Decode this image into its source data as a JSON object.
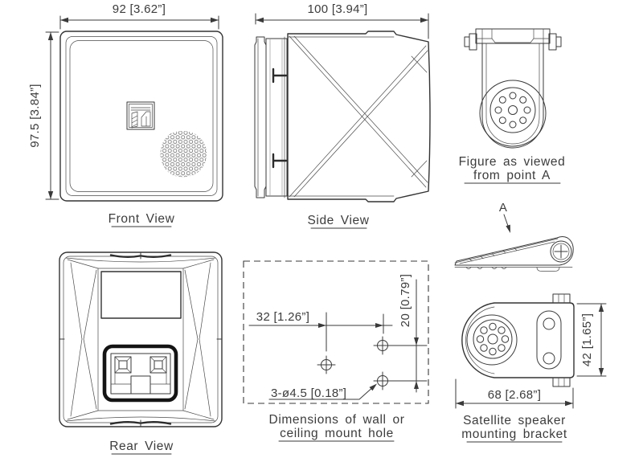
{
  "drawing": {
    "type": "technical-dimension-drawing",
    "subject": "satellite speaker",
    "units": "millimeters [inches]"
  },
  "views": {
    "front": {
      "caption": "Front View",
      "dim_width": "92 [3.62”]",
      "dim_height": "97.5 [3.84”]"
    },
    "side": {
      "caption": "Side View",
      "dim_depth": "100 [3.94”]"
    },
    "point_a_figure": {
      "caption_line1": "Figure as viewed",
      "caption_line2": "from point A"
    },
    "rear": {
      "caption": "Rear View"
    },
    "mount_holes": {
      "caption_line1": "Dimensions of wall or",
      "caption_line2": "ceiling mount hole",
      "dim_hole_spacing_horizontal": "32 [1.26”]",
      "dim_hole_spacing_vertical": "20 [0.79”]",
      "hole_callout": "3-ø4.5 [0.18”]"
    },
    "bracket": {
      "caption_line1": "Satellite speaker",
      "caption_line2": "mounting bracket",
      "dim_width": "68 [2.68”]",
      "dim_height": "42 [1.65”]",
      "view_point_label": "A"
    }
  },
  "colors": {
    "line": "#3a3a3a",
    "thick_outline": "#141414",
    "background": "#ffffff"
  }
}
